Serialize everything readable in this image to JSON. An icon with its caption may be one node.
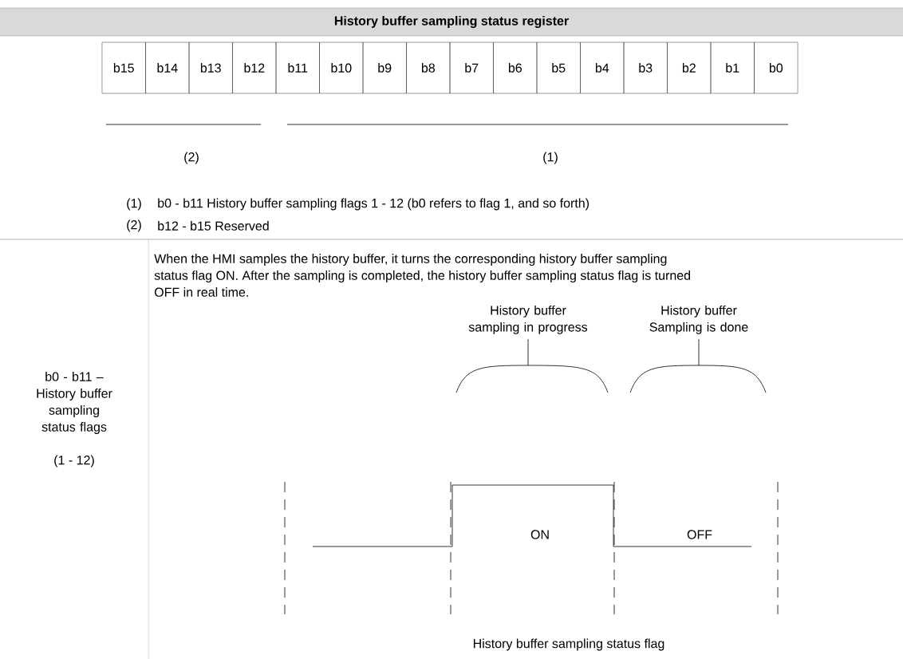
{
  "diagram": {
    "nodes": [
      {
        "text": [
          "History buffer sampling status register"
        ]
      },
      {
        "text": [
          "b15"
        ]
      },
      {
        "text": [
          "b14"
        ]
      },
      {
        "text": [
          "b13"
        ]
      },
      {
        "text": [
          "b12"
        ]
      },
      {
        "text": [
          "b11"
        ]
      },
      {
        "text": [
          "b10"
        ]
      },
      {
        "text": [
          "b9"
        ]
      },
      {
        "text": [
          "b8"
        ]
      },
      {
        "text": [
          "b7"
        ]
      },
      {
        "text": [
          "b6"
        ]
      },
      {
        "text": [
          "b5"
        ]
      },
      {
        "text": [
          "b4"
        ]
      },
      {
        "text": [
          "b3"
        ]
      },
      {
        "text": [
          "b2"
        ]
      },
      {
        "text": [
          "b1"
        ]
      },
      {
        "text": [
          "b0"
        ]
      }
    ],
    "labels": [
      "(2)",
      "(1)",
      "(1)",
      "b0 - b11 History buffer sampling flags 1 - 12 (b0 refers to flag 1, and so forth)",
      "(2)",
      "b12 - b15 Reserved",
      "b0 - b11 – History buffer sampling status flags",
      "(1 - 12)",
      "When the HMI samples the history buffer, it turns the corresponding history buffer sampling status flag ON. After the sampling is completed, the history buffer sampling status flag is turned OFF in real time.",
      "History buffer sampling in progress",
      "History buffer Sampling is done",
      "ON",
      "OFF",
      "History buffer sampling status flag"
    ]
  }
}
